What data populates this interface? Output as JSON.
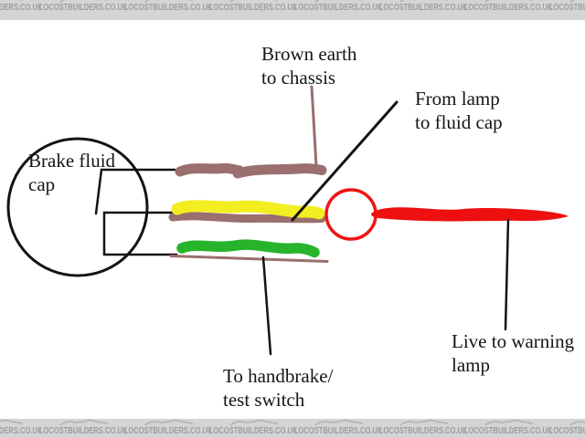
{
  "watermark": {
    "text": "LOCOSTBUILDERS.CO.UK",
    "band_background": "#d4d4d4",
    "text_color": "#9d9d9d",
    "car_outline_color": "#b2b2b2"
  },
  "diagram": {
    "labels": {
      "brake_fluid_cap": "Brake fluid\ncap",
      "brown_earth": "Brown earth\nto chassis",
      "from_lamp": "From lamp\nto fluid cap",
      "live_warning": "Live to warning\nlamp",
      "handbrake": "To handbrake/\ntest switch"
    },
    "colors": {
      "ink": "#131313",
      "brown_wire": "#9a6f6e",
      "yellow_wire": "#f2ee20",
      "green_wire": "#27b32b",
      "red_wire": "#ee1010",
      "red_circle": "#ee1515"
    },
    "wires": [
      {
        "id": "brown-earth-wire",
        "color": "#9a6f6e"
      },
      {
        "id": "yellow-brown-wire",
        "color": "#f2ee20"
      },
      {
        "id": "green-wire",
        "color": "#27b32b"
      },
      {
        "id": "red-live-wire",
        "color": "#ee1010"
      }
    ]
  }
}
